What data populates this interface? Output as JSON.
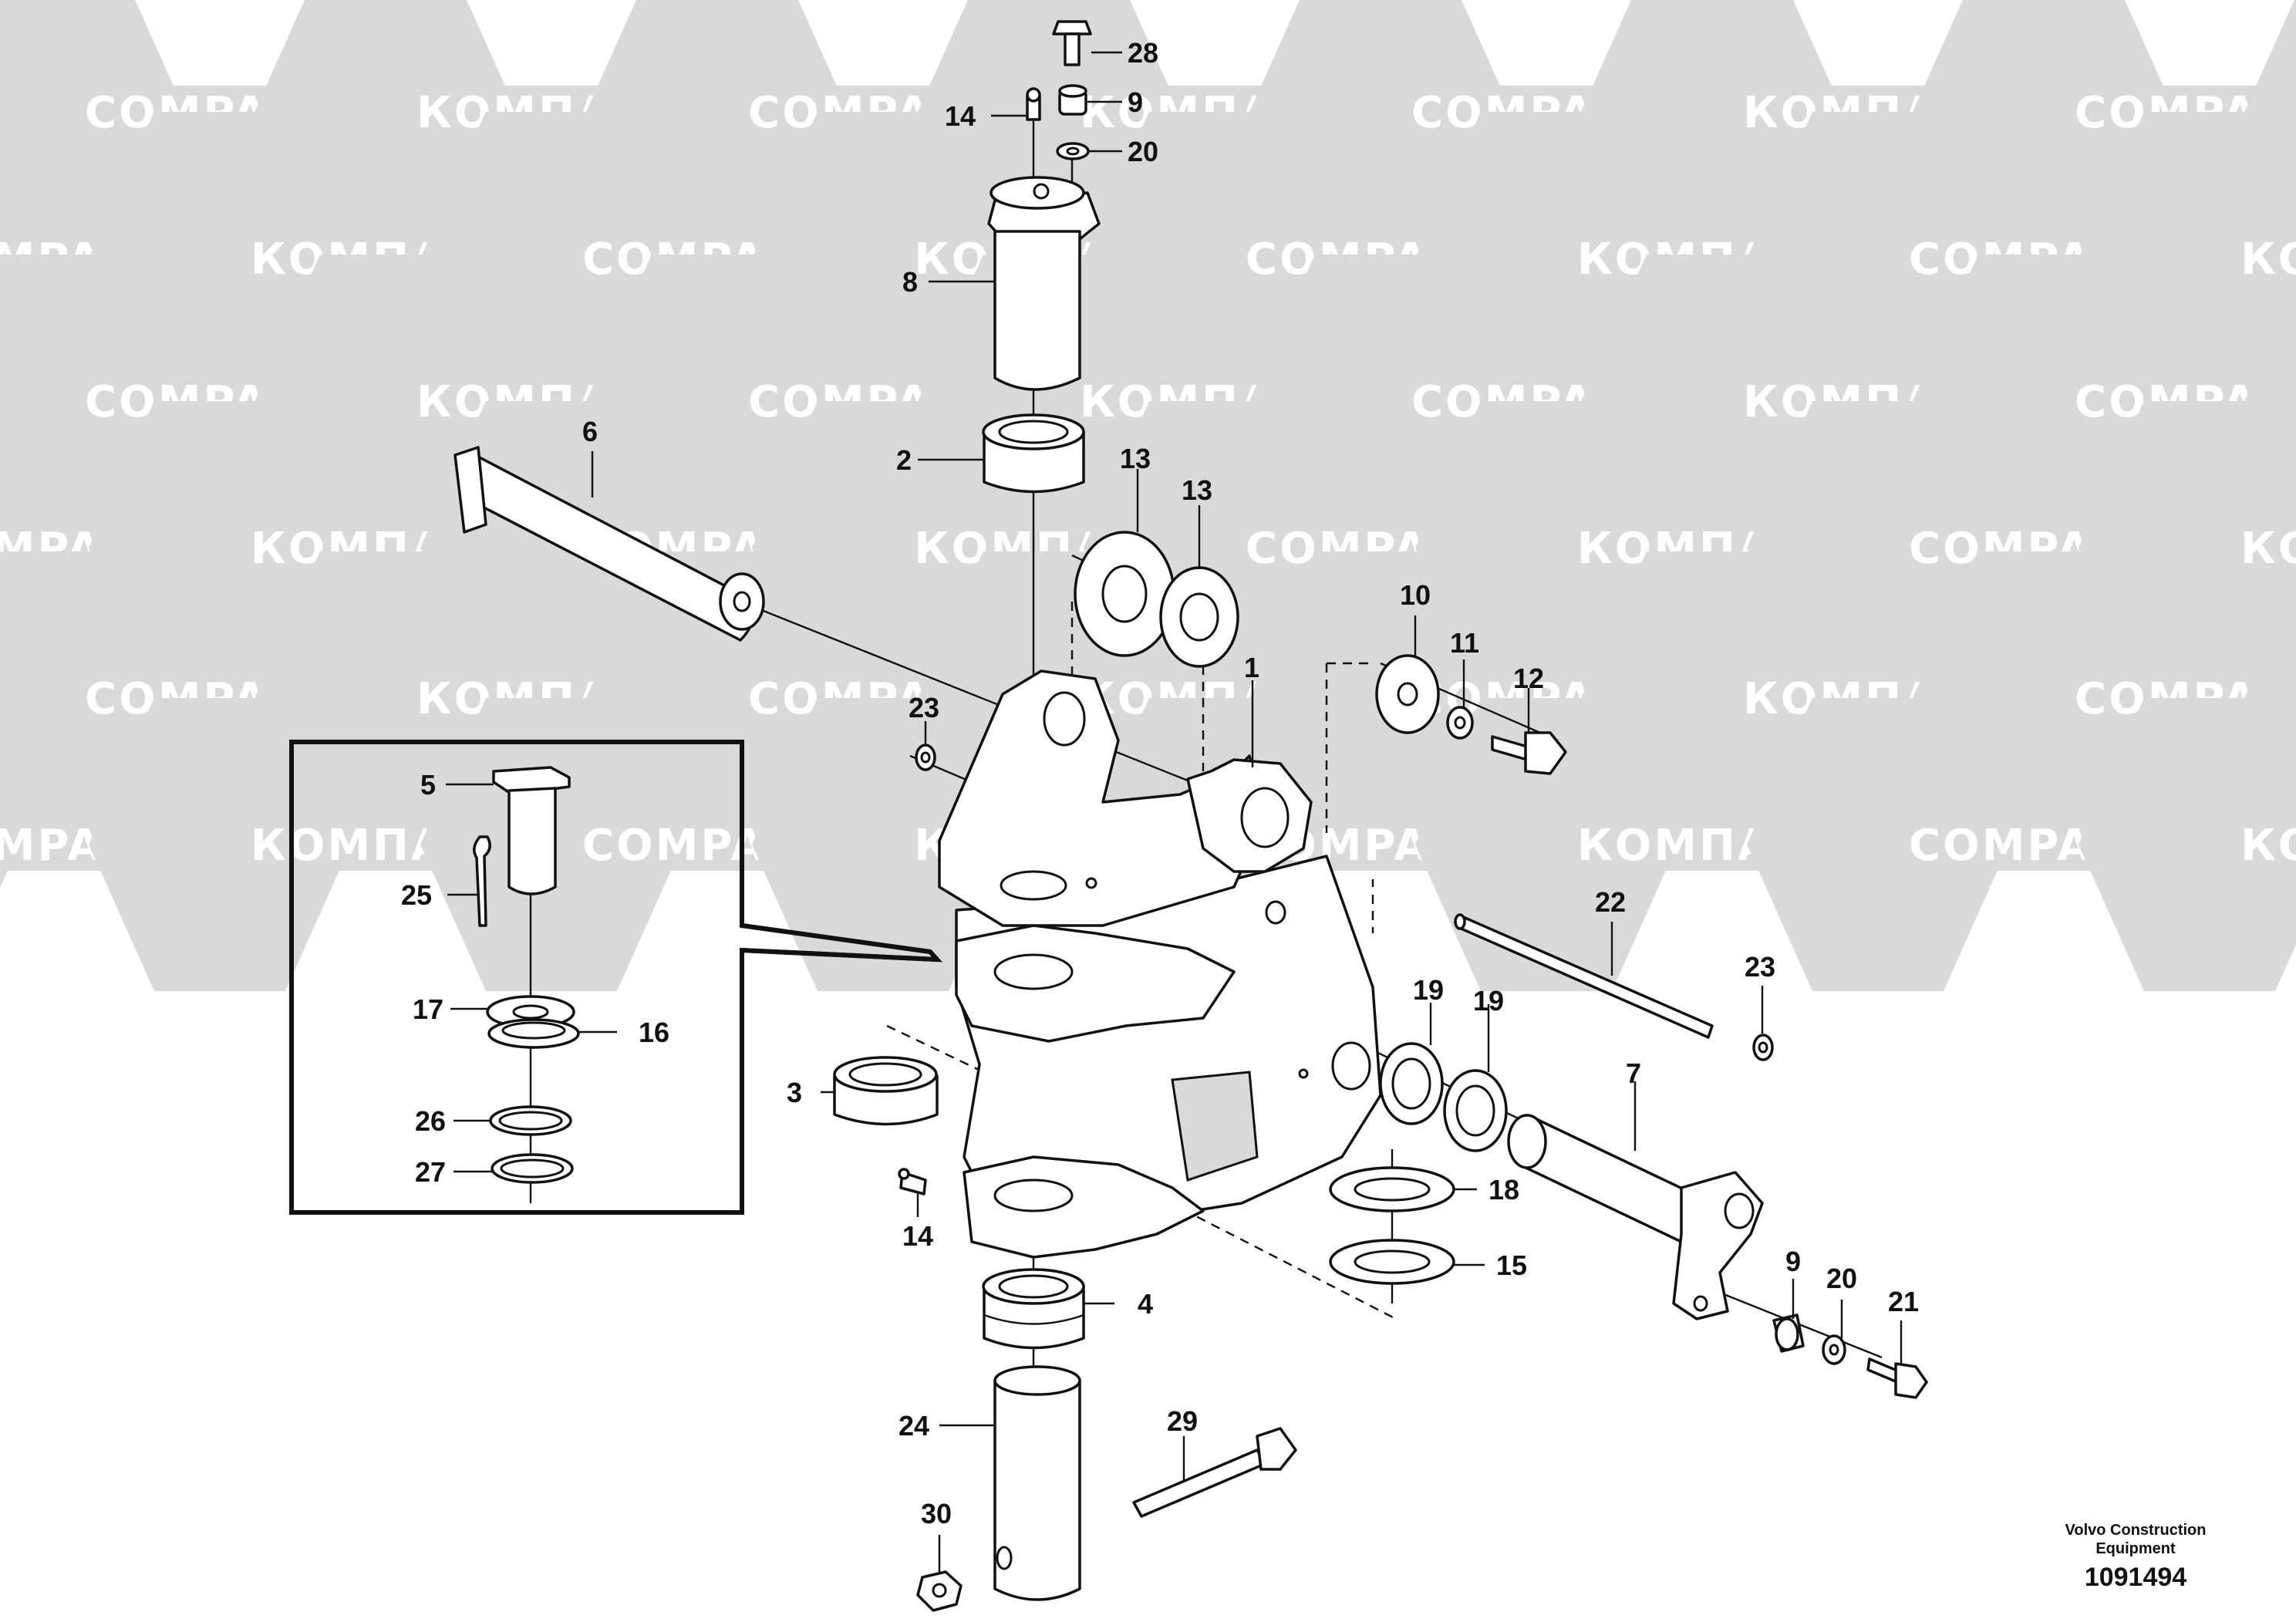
{
  "watermark": {
    "latin": "COMPART",
    "cyrillic": "КОМПАРТ",
    "color": "#d9d9d9"
  },
  "callouts": {
    "c1": "1",
    "c2": "2",
    "c3": "3",
    "c4": "4",
    "c5": "5",
    "c6": "6",
    "c7": "7",
    "c8": "8",
    "c9a": "9",
    "c9b": "9",
    "c10": "10",
    "c11": "11",
    "c12": "12",
    "c13a": "13",
    "c13b": "13",
    "c14a": "14",
    "c14b": "14",
    "c15": "15",
    "c16": "16",
    "c17": "17",
    "c18": "18",
    "c19a": "19",
    "c19b": "19",
    "c20a": "20",
    "c20b": "20",
    "c21": "21",
    "c22": "22",
    "c23a": "23",
    "c23b": "23",
    "c24": "24",
    "c25": "25",
    "c26": "26",
    "c27": "27",
    "c28": "28",
    "c29": "29",
    "c30": "30"
  },
  "footer": {
    "brand": "Volvo Construction Equipment",
    "drawing_number": "1091494"
  }
}
